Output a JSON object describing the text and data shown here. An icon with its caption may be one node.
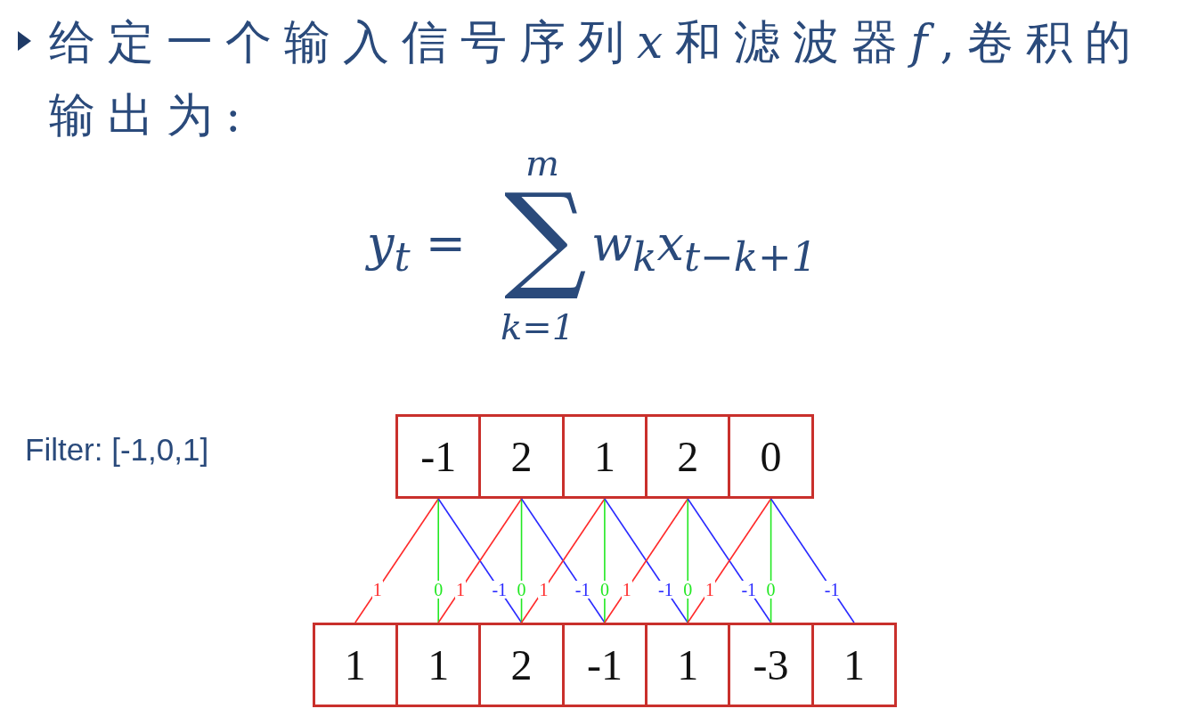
{
  "diagram": {
    "title": "给定一个输入信号序列𝑥和滤波器𝑓,卷积的输出为:",
    "nodes": [
      {
        "text": [
          "-1"
        ]
      },
      {
        "text": [
          "2"
        ]
      },
      {
        "text": [
          "1"
        ]
      },
      {
        "text": [
          "2"
        ]
      },
      {
        "text": [
          "0"
        ]
      },
      {
        "text": [
          "1"
        ]
      },
      {
        "text": [
          "1"
        ]
      },
      {
        "text": [
          "2"
        ]
      },
      {
        "text": [
          "-1"
        ]
      },
      {
        "text": [
          "1"
        ]
      },
      {
        "text": [
          "-3"
        ]
      },
      {
        "text": [
          "1"
        ]
      }
    ],
    "edges": [
      {
        "from": 5,
        "to": 0,
        "arrow": "none",
        "label": "1",
        "color": "#ff2a2a"
      },
      {
        "from": 6,
        "to": 0,
        "arrow": "none",
        "label": "0",
        "color": "#22e822"
      },
      {
        "from": 7,
        "to": 0,
        "arrow": "none",
        "label": "-1",
        "color": "#2a2aff"
      },
      {
        "from": 6,
        "to": 1,
        "arrow": "none",
        "label": "1",
        "color": "#ff2a2a"
      },
      {
        "from": 7,
        "to": 1,
        "arrow": "none",
        "label": "0",
        "color": "#22e822"
      },
      {
        "from": 8,
        "to": 1,
        "arrow": "none",
        "label": "-1",
        "color": "#2a2aff"
      },
      {
        "from": 7,
        "to": 2,
        "arrow": "none",
        "label": "1",
        "color": "#ff2a2a"
      },
      {
        "from": 8,
        "to": 2,
        "arrow": "none",
        "label": "0",
        "color": "#22e822"
      },
      {
        "from": 9,
        "to": 2,
        "arrow": "none",
        "label": "-1",
        "color": "#2a2aff"
      },
      {
        "from": 8,
        "to": 3,
        "arrow": "none",
        "label": "1",
        "color": "#ff2a2a"
      },
      {
        "from": 9,
        "to": 3,
        "arrow": "none",
        "label": "0",
        "color": "#22e822"
      },
      {
        "from": 10,
        "to": 3,
        "arrow": "none",
        "label": "-1",
        "color": "#2a2aff"
      },
      {
        "from": 9,
        "to": 4,
        "arrow": "none",
        "label": "1",
        "color": "#ff2a2a"
      },
      {
        "from": 10,
        "to": 4,
        "arrow": "none",
        "label": "0",
        "color": "#22e822"
      },
      {
        "from": 11,
        "to": 4,
        "arrow": "none",
        "label": "-1",
        "color": "#2a2aff"
      }
    ],
    "labels": [
      "m",
      "y$_{t}$ =",
      "∑",
      "w$_{k}$x$_{t−k+1}$",
      "k=1",
      "Filter: [-1,0,1]"
    ]
  }
}
